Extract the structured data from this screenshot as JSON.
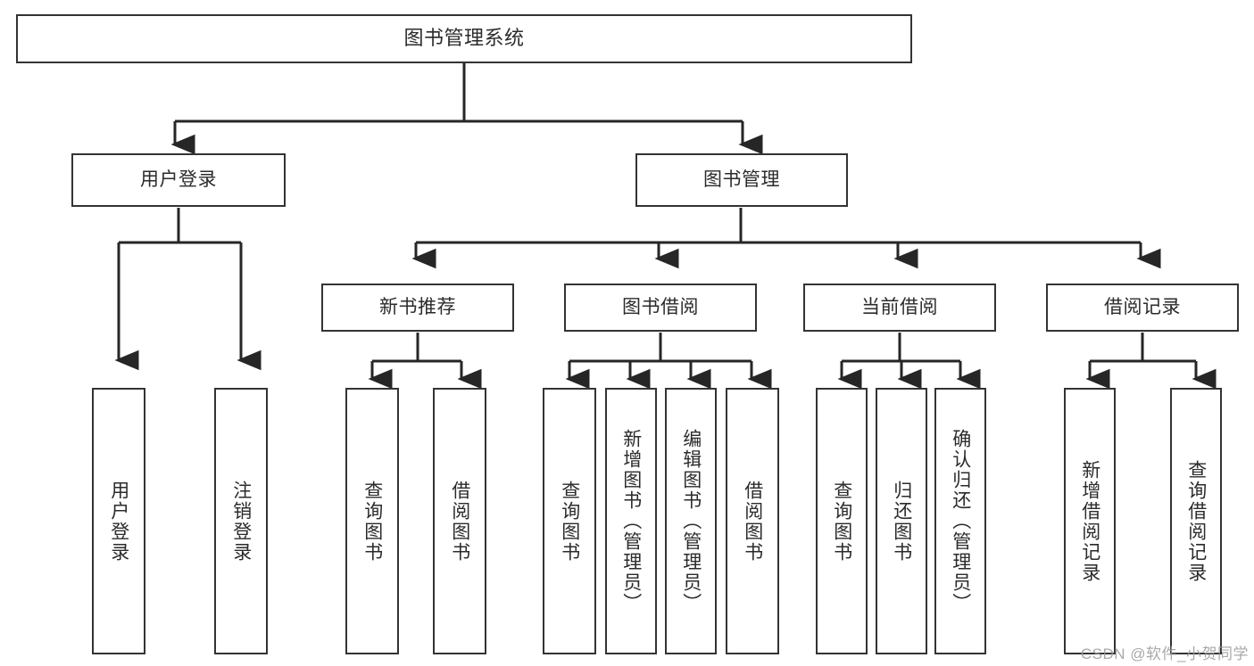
{
  "diagram": {
    "type": "tree",
    "title": "图书管理系统",
    "orientation": "top-down",
    "colors": {
      "box_border": "#333333",
      "box_fill": "#ffffff",
      "text": "#2b2b2b",
      "connector": "#262626",
      "background": "#ffffff",
      "watermark": "#9a9a9a"
    },
    "levels": 4
  },
  "root": {
    "label": "图书管理系统"
  },
  "level2": [
    {
      "label": "用户登录"
    },
    {
      "label": "图书管理"
    }
  ],
  "level3": [
    {
      "label": "新书推荐"
    },
    {
      "label": "图书借阅"
    },
    {
      "label": "当前借阅"
    },
    {
      "label": "借阅记录"
    }
  ],
  "leaves": {
    "user_login": [
      {
        "label": "用户登录"
      },
      {
        "label": "注销登录"
      }
    ],
    "new_book_recommend": [
      {
        "label": "查询图书"
      },
      {
        "label": "借阅图书"
      }
    ],
    "book_borrow": [
      {
        "label": "查询图书"
      },
      {
        "label": "新增图书（管理员）"
      },
      {
        "label": "编辑图书（管理员）"
      },
      {
        "label": "借阅图书"
      }
    ],
    "current_borrow": [
      {
        "label": "查询图书"
      },
      {
        "label": "归还图书"
      },
      {
        "label": "确认归还（管理员）"
      }
    ],
    "borrow_record": [
      {
        "label": "新增借阅记录"
      },
      {
        "label": "查询借阅记录"
      }
    ]
  },
  "watermark": {
    "text": "CSDN @软件_小贺同学"
  }
}
